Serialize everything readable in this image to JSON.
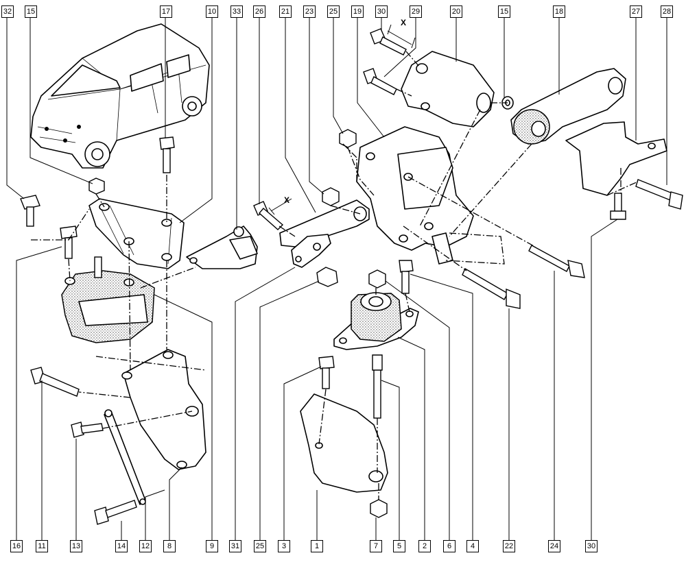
{
  "labels_top": [
    {
      "id": "lbl-32",
      "text": "32"
    },
    {
      "id": "lbl-15a",
      "text": "15"
    },
    {
      "id": "lbl-17",
      "text": "17"
    },
    {
      "id": "lbl-10",
      "text": "10"
    },
    {
      "id": "lbl-33",
      "text": "33"
    },
    {
      "id": "lbl-26",
      "text": "26"
    },
    {
      "id": "lbl-21",
      "text": "21"
    },
    {
      "id": "lbl-23",
      "text": "23"
    },
    {
      "id": "lbl-25a",
      "text": "25"
    },
    {
      "id": "lbl-19",
      "text": "19"
    },
    {
      "id": "lbl-30a",
      "text": "30"
    },
    {
      "id": "lbl-29",
      "text": "29"
    },
    {
      "id": "lbl-20",
      "text": "20"
    },
    {
      "id": "lbl-15b",
      "text": "15"
    },
    {
      "id": "lbl-18",
      "text": "18"
    },
    {
      "id": "lbl-27",
      "text": "27"
    },
    {
      "id": "lbl-28",
      "text": "28"
    }
  ],
  "labels_bottom": [
    {
      "id": "lbl-16",
      "text": "16"
    },
    {
      "id": "lbl-11",
      "text": "11"
    },
    {
      "id": "lbl-13",
      "text": "13"
    },
    {
      "id": "lbl-14",
      "text": "14"
    },
    {
      "id": "lbl-12",
      "text": "12"
    },
    {
      "id": "lbl-8",
      "text": "8"
    },
    {
      "id": "lbl-9",
      "text": "9"
    },
    {
      "id": "lbl-31",
      "text": "31"
    },
    {
      "id": "lbl-25b",
      "text": "25"
    },
    {
      "id": "lbl-3",
      "text": "3"
    },
    {
      "id": "lbl-1",
      "text": "1"
    },
    {
      "id": "lbl-7",
      "text": "7"
    },
    {
      "id": "lbl-5",
      "text": "5"
    },
    {
      "id": "lbl-2",
      "text": "2"
    },
    {
      "id": "lbl-6",
      "text": "6"
    },
    {
      "id": "lbl-4",
      "text": "4"
    },
    {
      "id": "lbl-22",
      "text": "22"
    },
    {
      "id": "lbl-24",
      "text": "24"
    },
    {
      "id": "lbl-30b",
      "text": "30"
    }
  ],
  "dimension_marks": {
    "x_top": "X",
    "x_mid": "X"
  }
}
